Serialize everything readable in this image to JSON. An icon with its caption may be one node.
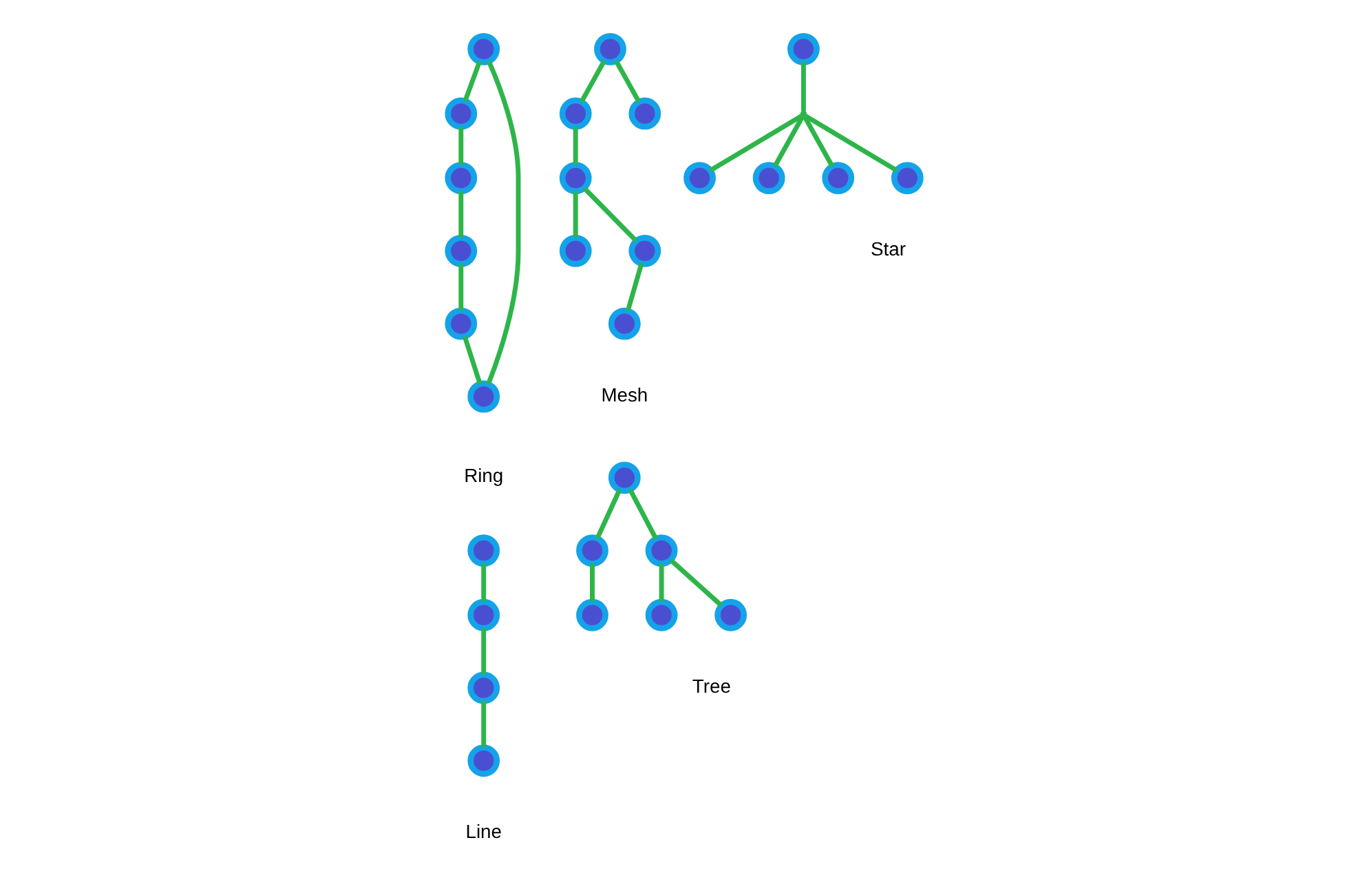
{
  "diagram": {
    "nodes": [
      {
        "text": [],
        "shape": "circle"
      },
      {
        "text": [],
        "shape": "circle"
      },
      {
        "text": [],
        "shape": "circle"
      },
      {
        "text": [],
        "shape": "circle"
      },
      {
        "text": [],
        "shape": "circle"
      },
      {
        "text": [],
        "shape": "circle"
      },
      {
        "text": [],
        "shape": "circle"
      },
      {
        "text": [],
        "shape": "circle"
      },
      {
        "text": [],
        "shape": "circle"
      },
      {
        "text": [],
        "shape": "circle"
      },
      {
        "text": [],
        "shape": "circle"
      },
      {
        "text": [],
        "shape": "circle"
      },
      {
        "text": [],
        "shape": "circle"
      },
      {
        "text": [],
        "shape": "circle"
      },
      {
        "text": [],
        "shape": "point"
      },
      {
        "text": [],
        "shape": "circle"
      },
      {
        "text": [],
        "shape": "circle"
      },
      {
        "text": [],
        "shape": "circle"
      },
      {
        "text": [],
        "shape": "circle"
      },
      {
        "text": [],
        "shape": "circle"
      },
      {
        "text": [],
        "shape": "circle"
      },
      {
        "text": [],
        "shape": "circle"
      },
      {
        "text": [],
        "shape": "circle"
      },
      {
        "text": [],
        "shape": "circle"
      },
      {
        "text": [],
        "shape": "circle"
      },
      {
        "text": [],
        "shape": "circle"
      },
      {
        "text": [],
        "shape": "circle"
      },
      {
        "text": [],
        "shape": "circle"
      },
      {
        "text": [],
        "shape": "circle"
      }
    ],
    "edges": [
      {
        "from": 0,
        "to": 1,
        "arrow": "none"
      },
      {
        "from": 1,
        "to": 2,
        "arrow": "none"
      },
      {
        "from": 2,
        "to": 3,
        "arrow": "none"
      },
      {
        "from": 3,
        "to": 4,
        "arrow": "none"
      },
      {
        "from": 4,
        "to": 5,
        "arrow": "none"
      },
      {
        "from": 5,
        "to": 0,
        "arrow": "none"
      },
      {
        "from": 8,
        "to": 6,
        "arrow": "none"
      },
      {
        "from": 6,
        "to": 9,
        "arrow": "none"
      },
      {
        "from": 9,
        "to": 7,
        "arrow": "none"
      },
      {
        "from": 9,
        "to": 10,
        "arrow": "none"
      },
      {
        "from": 10,
        "to": 12,
        "arrow": "none"
      },
      {
        "from": 8,
        "to": 11,
        "arrow": "none"
      },
      {
        "from": 13,
        "to": 14,
        "arrow": "none"
      },
      {
        "from": 14,
        "to": 15,
        "arrow": "none"
      },
      {
        "from": 14,
        "to": 16,
        "arrow": "none"
      },
      {
        "from": 14,
        "to": 17,
        "arrow": "none"
      },
      {
        "from": 14,
        "to": 18,
        "arrow": "none"
      },
      {
        "from": 19,
        "to": 20,
        "arrow": "none"
      },
      {
        "from": 20,
        "to": 21,
        "arrow": "none"
      },
      {
        "from": 21,
        "to": 22,
        "arrow": "none"
      },
      {
        "from": 23,
        "to": 24,
        "arrow": "none"
      },
      {
        "from": 23,
        "to": 25,
        "arrow": "none"
      },
      {
        "from": 24,
        "to": 26,
        "arrow": "none"
      },
      {
        "from": 25,
        "to": 27,
        "arrow": "none"
      },
      {
        "from": 25,
        "to": 28,
        "arrow": "none"
      }
    ],
    "labels": [
      "Ring",
      "Mesh",
      "Star",
      "Line",
      "Tree"
    ]
  }
}
